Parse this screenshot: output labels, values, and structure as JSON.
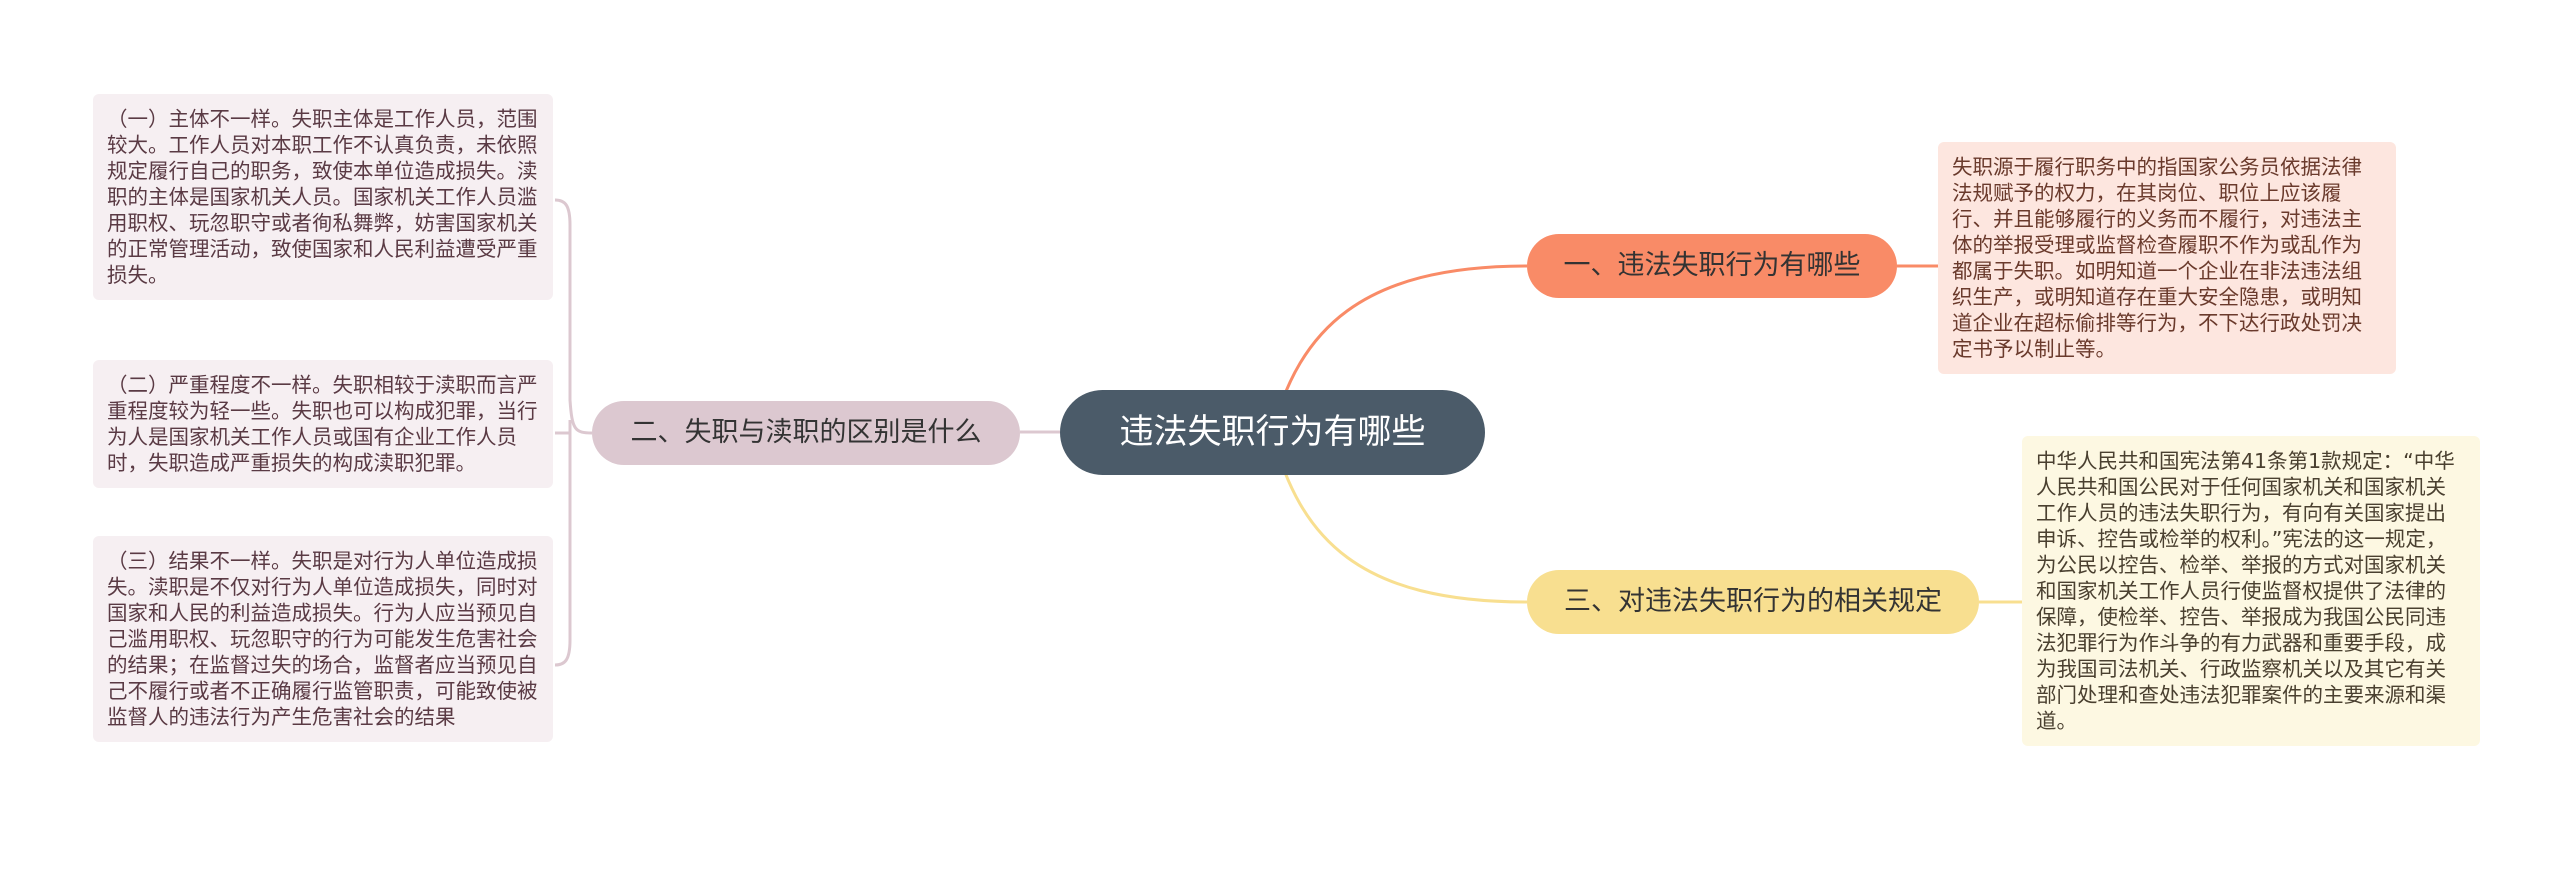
{
  "colors": {
    "center_bg": "#4b5b69",
    "branch1_bg": "#f98b67",
    "branch2_bg": "#dcc8d0",
    "branch3_bg": "#f8df90",
    "leaf1_bg": "#fde6df",
    "leaf2_bg": "#f6eff2",
    "leaf3_bg": "#fdf8e2"
  },
  "center": {
    "title": "违法失职行为有哪些"
  },
  "branches": [
    {
      "label": "一、违法失职行为有哪些",
      "leaves": [
        "失职源于履行职务中的指国家公务员依据法律法规赋予的权力，在其岗位、职位上应该履行、并且能够履行的义务而不履行，对违法主体的举报受理或监督检查履职不作为或乱作为都属于失职。如明知道一个企业在非法违法组织生产，或明知道存在重大安全隐患，或明知道企业在超标偷排等行为，不下达行政处罚决定书予以制止等。"
      ]
    },
    {
      "label": "二、失职与渎职的区别是什么",
      "leaves": [
        "（一）主体不一样。失职主体是工作人员，范围较大。工作人员对本职工作不认真负责，未依照规定履行自己的职务，致使本单位造成损失。渎职的主体是国家机关人员。国家机关工作人员滥用职权、玩忽职守或者徇私舞弊，妨害国家机关的正常管理活动，致使国家和人民利益遭受严重损失。",
        "（二）严重程度不一样。失职相较于渎职而言严重程度较为轻一些。失职也可以构成犯罪，当行为人是国家机关工作人员或国有企业工作人员时，失职造成严重损失的构成渎职犯罪。",
        "（三）结果不一样。失职是对行为人单位造成损失。渎职是不仅对行为人单位造成损失，同时对国家和人民的利益造成损失。行为人应当预见自己滥用职权、玩忽职守的行为可能发生危害社会的结果；在监督过失的场合，监督者应当预见自己不履行或者不正确履行监管职责，可能致使被监督人的违法行为产生危害社会的结果"
      ]
    },
    {
      "label": "三、对违法失职行为的相关规定",
      "leaves": [
        "中华人民共和国宪法第41条第1款规定：“中华人民共和国公民对于任何国家机关和国家机关工作人员的违法失职行为，有向有关国家提出申诉、控告或检举的权利。”宪法的这一规定，为公民以控告、检举、举报的方式对国家机关和国家机关工作人员行使监督权提供了法律的保障，使检举、控告、举报成为我国公民同违法犯罪行为作斗争的有力武器和重要手段，成为我国司法机关、行政监察机关以及其它有关部门处理和查处违法犯罪案件的主要来源和渠道。"
      ]
    }
  ]
}
